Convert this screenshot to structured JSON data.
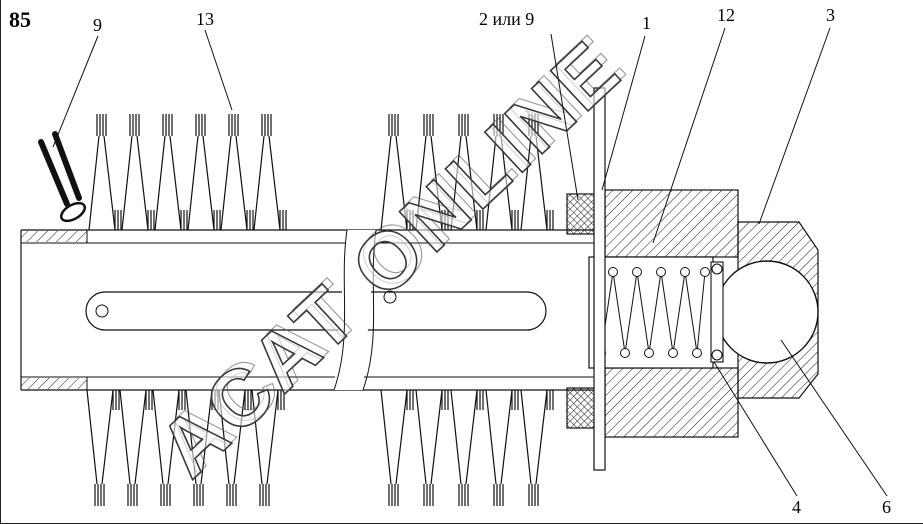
{
  "figure": {
    "number": "85",
    "watermark": "ACAT ONLINE"
  },
  "callouts": {
    "pin": "9",
    "springs": "13",
    "washer": "2 или 9",
    "plate": "1",
    "gland_nut": "12",
    "valve_body": "3",
    "spring_seat": "4",
    "ball": "6"
  }
}
